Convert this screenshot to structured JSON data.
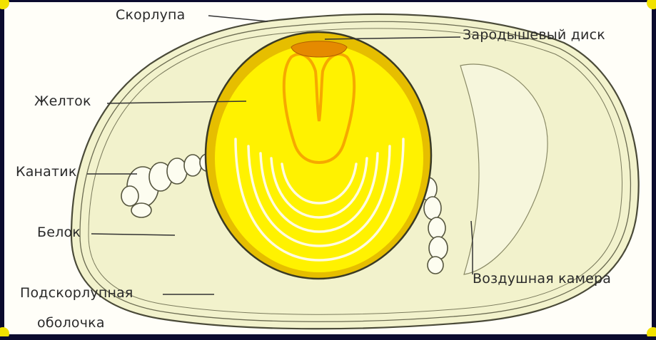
{
  "labels": {
    "shell": "Скорлупа",
    "germinal_disc": "Зародышевый диск",
    "yolk": "Желток",
    "chalaza": "Канатик",
    "albumen": "Белок",
    "shell_membrane_line1": "Подскорлупная",
    "shell_membrane_line2": "оболочка",
    "air_cell": "Воздушная камера"
  },
  "colors": {
    "frame_background": "#0b0b2e",
    "corner_marks": "#f2e200",
    "paper": "#fffef8",
    "albumen": "#f2f2cc",
    "yolk_outer": "#e6be00",
    "yolk_inner": "#fff200",
    "germinal_disc": "#e58a00",
    "outline": "#4a4a38"
  }
}
